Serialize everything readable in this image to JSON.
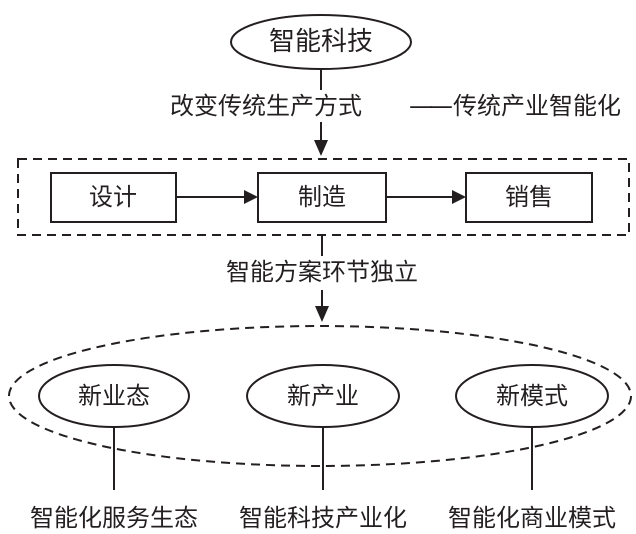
{
  "diagram": {
    "root": {
      "label": "智能科技"
    },
    "edge1": {
      "label_left": "改变传统生产方式",
      "connector": "——",
      "label_right": "传统产业智能化"
    },
    "process": {
      "steps": [
        {
          "label": "设计"
        },
        {
          "label": "制造"
        },
        {
          "label": "销售"
        }
      ]
    },
    "edge2": {
      "label": "智能方案环节独立"
    },
    "outcomes": [
      {
        "label": "新业态",
        "detail": "智能化服务生态"
      },
      {
        "label": "新产业",
        "detail": "智能科技产业化"
      },
      {
        "label": "新模式",
        "detail": "智能化商业模式"
      }
    ],
    "colors": {
      "stroke": "#231f20",
      "background": "#ffffff"
    }
  }
}
